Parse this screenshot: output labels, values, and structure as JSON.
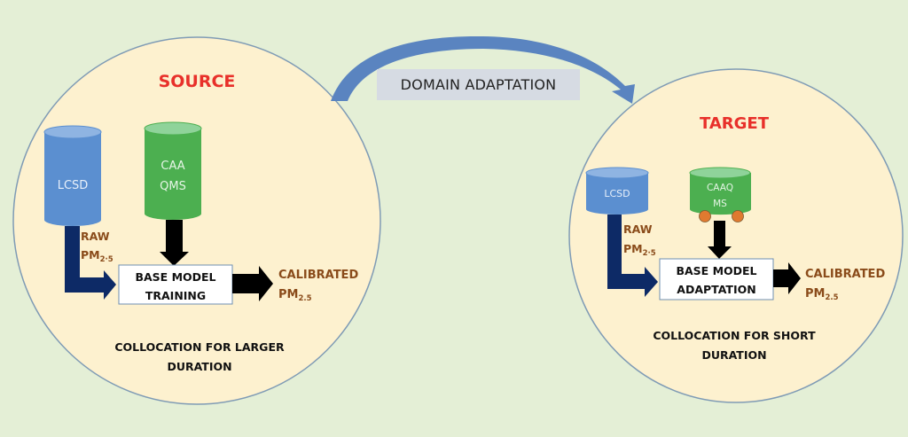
{
  "domain_adaptation_label": "DOMAIN ADAPTATION",
  "colors": {
    "background": "#e4efd6",
    "circle_fill": "#fdf1cf",
    "circle_stroke": "#7f9bb5",
    "title_red": "#e8302a",
    "lcsd_blue": "#5b8fd0",
    "caaqms_green": "#4caf50",
    "arrow_navy": "#0d2a66",
    "arrow_black": "#000000",
    "curved_arrow": "#5a84c0",
    "brown_text": "#8a4b1a",
    "wheel_orange": "#e07a30"
  },
  "source": {
    "title": "SOURCE",
    "lcsd_label": "LCSD",
    "caaqms_label_line1": "CAA",
    "caaqms_label_line2": "QMS",
    "raw_line1": "RAW",
    "raw_pm": "PM",
    "raw_sub": "2·5",
    "box_line1": "BASE MODEL",
    "box_line2": "TRAINING",
    "calibrated_line1": "CALIBRATED",
    "calibrated_pm": "PM",
    "calibrated_sub": "2.5",
    "caption_line1": "COLLOCATION FOR LARGER",
    "caption_line2": "DURATION"
  },
  "target": {
    "title": "TARGET",
    "lcsd_label": "LCSD",
    "caaqms_label_line1": "CAAQ",
    "caaqms_label_line2": "MS",
    "raw_line1": "RAW",
    "raw_pm": "PM",
    "raw_sub": "2·5",
    "box_line1": "BASE MODEL",
    "box_line2": "ADAPTATION",
    "calibrated_line1": "CALIBRATED",
    "calibrated_pm": "PM",
    "calibrated_sub": "2.5",
    "caption_line1": "COLLOCATION FOR SHORT",
    "caption_line2": "DURATION"
  }
}
